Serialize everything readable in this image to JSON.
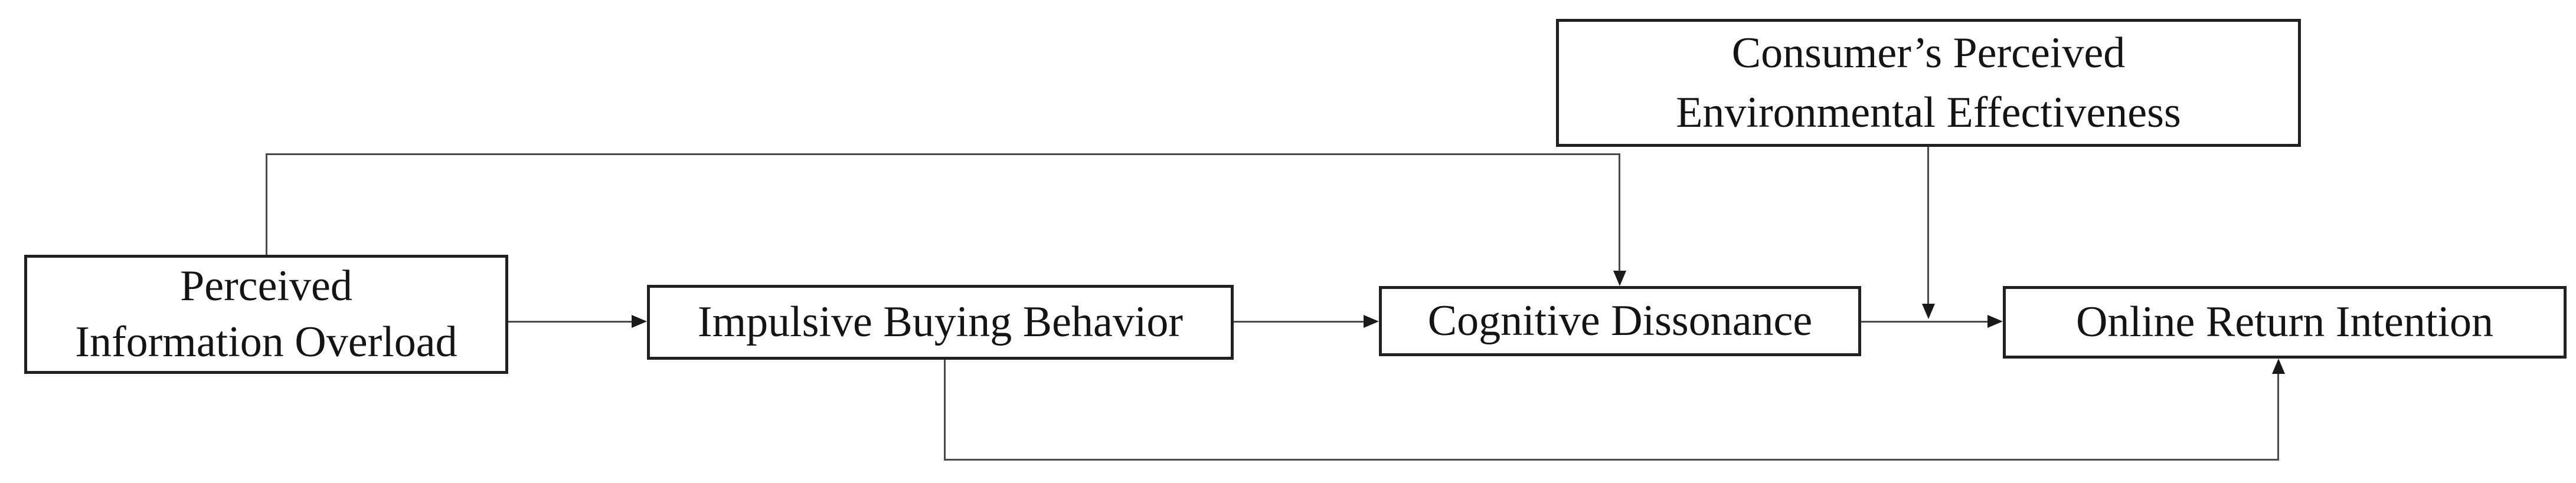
{
  "figure": {
    "type": "path-diagram",
    "background_color": "#ffffff",
    "box_border_color": "#212121",
    "box_fill_color": "#ffffff",
    "connector_color": "#4a4a4a",
    "arrowhead_color": "#191919",
    "text_color": "#141414",
    "nodes": {
      "perceived_information_overload": {
        "line1": "Perceived",
        "line2": "Information Overload"
      },
      "impulsive_buying_behavior": {
        "label": "Impulsive Buying Behavior"
      },
      "cognitive_dissonance": {
        "label": "Cognitive Dissonance"
      },
      "online_return_intention": {
        "label": "Online Return Intention"
      },
      "consumer_perceived_environmental_effectiveness": {
        "line1": "Consumer’s Perceived",
        "line2": "Environmental Effectiveness"
      }
    },
    "edges": [
      {
        "from": "Perceived Information Overload",
        "to": "Impulsive Buying Behavior",
        "style": "straight-right-arrow"
      },
      {
        "from": "Impulsive Buying Behavior",
        "to": "Cognitive Dissonance",
        "style": "straight-right-arrow"
      },
      {
        "from": "Cognitive Dissonance",
        "to": "Online Return Intention",
        "style": "straight-right-arrow"
      },
      {
        "from": "Perceived Information Overload",
        "to": "Cognitive Dissonance",
        "style": "elbow-arrow-over-top-into-cd-top"
      },
      {
        "from": "Impulsive Buying Behavior",
        "to": "Online Return Intention",
        "style": "elbow-arrow-under-bottom-into-ori-bottom"
      },
      {
        "from": "Consumer’s Perceived Environmental Effectiveness",
        "to": "Cognitive Dissonance → Online Return Intention path",
        "style": "moderator-down-arrow"
      }
    ]
  }
}
